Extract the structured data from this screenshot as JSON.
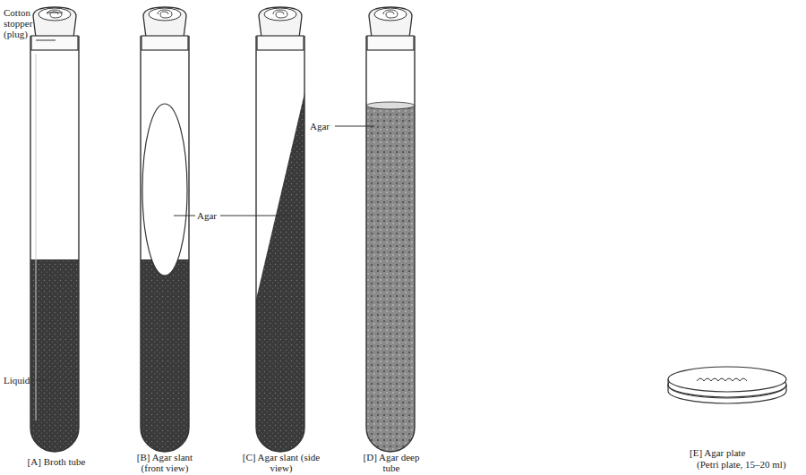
{
  "diagram": {
    "labels": [
      "Cotton stopper (plug)",
      "Liquid",
      "Agar",
      "Agar",
      "[A] Broth tube",
      "[B] Agar slant (front view)",
      "[C] Agar slant (side view)",
      "[D] Agar deep tube",
      "[E] Agar plate",
      "(Petri plate, 15–20 ml)"
    ]
  }
}
